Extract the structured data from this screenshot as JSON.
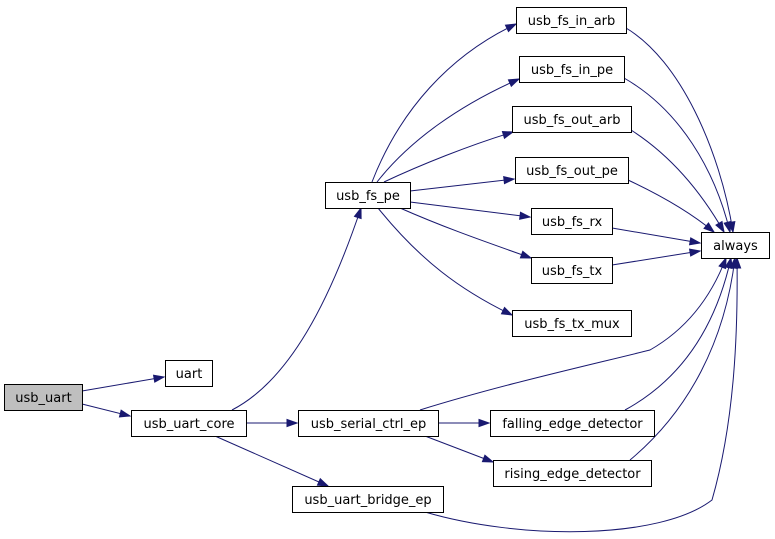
{
  "graph": {
    "colors": {
      "edge": "#191970",
      "root_fill": "#bfbfbf",
      "node_fill": "#ffffff"
    },
    "nodes": {
      "usb_uart": "usb_uart",
      "uart": "uart",
      "usb_uart_core": "usb_uart_core",
      "usb_fs_pe": "usb_fs_pe",
      "usb_serial_ctrl_ep": "usb_serial_ctrl_ep",
      "usb_uart_bridge_ep": "usb_uart_bridge_ep",
      "usb_fs_in_arb": "usb_fs_in_arb",
      "usb_fs_in_pe": "usb_fs_in_pe",
      "usb_fs_out_arb": "usb_fs_out_arb",
      "usb_fs_out_pe": "usb_fs_out_pe",
      "usb_fs_rx": "usb_fs_rx",
      "usb_fs_tx": "usb_fs_tx",
      "usb_fs_tx_mux": "usb_fs_tx_mux",
      "falling_edge_detector": "falling_edge_detector",
      "rising_edge_detector": "rising_edge_detector",
      "always": "always"
    },
    "edges": [
      [
        "usb_uart",
        "uart"
      ],
      [
        "usb_uart",
        "usb_uart_core"
      ],
      [
        "usb_uart_core",
        "usb_fs_pe"
      ],
      [
        "usb_uart_core",
        "usb_serial_ctrl_ep"
      ],
      [
        "usb_uart_core",
        "usb_uart_bridge_ep"
      ],
      [
        "usb_fs_pe",
        "usb_fs_in_arb"
      ],
      [
        "usb_fs_pe",
        "usb_fs_in_pe"
      ],
      [
        "usb_fs_pe",
        "usb_fs_out_arb"
      ],
      [
        "usb_fs_pe",
        "usb_fs_out_pe"
      ],
      [
        "usb_fs_pe",
        "usb_fs_rx"
      ],
      [
        "usb_fs_pe",
        "usb_fs_tx"
      ],
      [
        "usb_fs_pe",
        "usb_fs_tx_mux"
      ],
      [
        "usb_fs_in_arb",
        "always"
      ],
      [
        "usb_fs_in_pe",
        "always"
      ],
      [
        "usb_fs_out_arb",
        "always"
      ],
      [
        "usb_fs_out_pe",
        "always"
      ],
      [
        "usb_fs_rx",
        "always"
      ],
      [
        "usb_fs_tx",
        "always"
      ],
      [
        "usb_serial_ctrl_ep",
        "falling_edge_detector"
      ],
      [
        "usb_serial_ctrl_ep",
        "rising_edge_detector"
      ],
      [
        "usb_serial_ctrl_ep",
        "always"
      ],
      [
        "falling_edge_detector",
        "always"
      ],
      [
        "rising_edge_detector",
        "always"
      ],
      [
        "usb_uart_bridge_ep",
        "always"
      ]
    ]
  }
}
